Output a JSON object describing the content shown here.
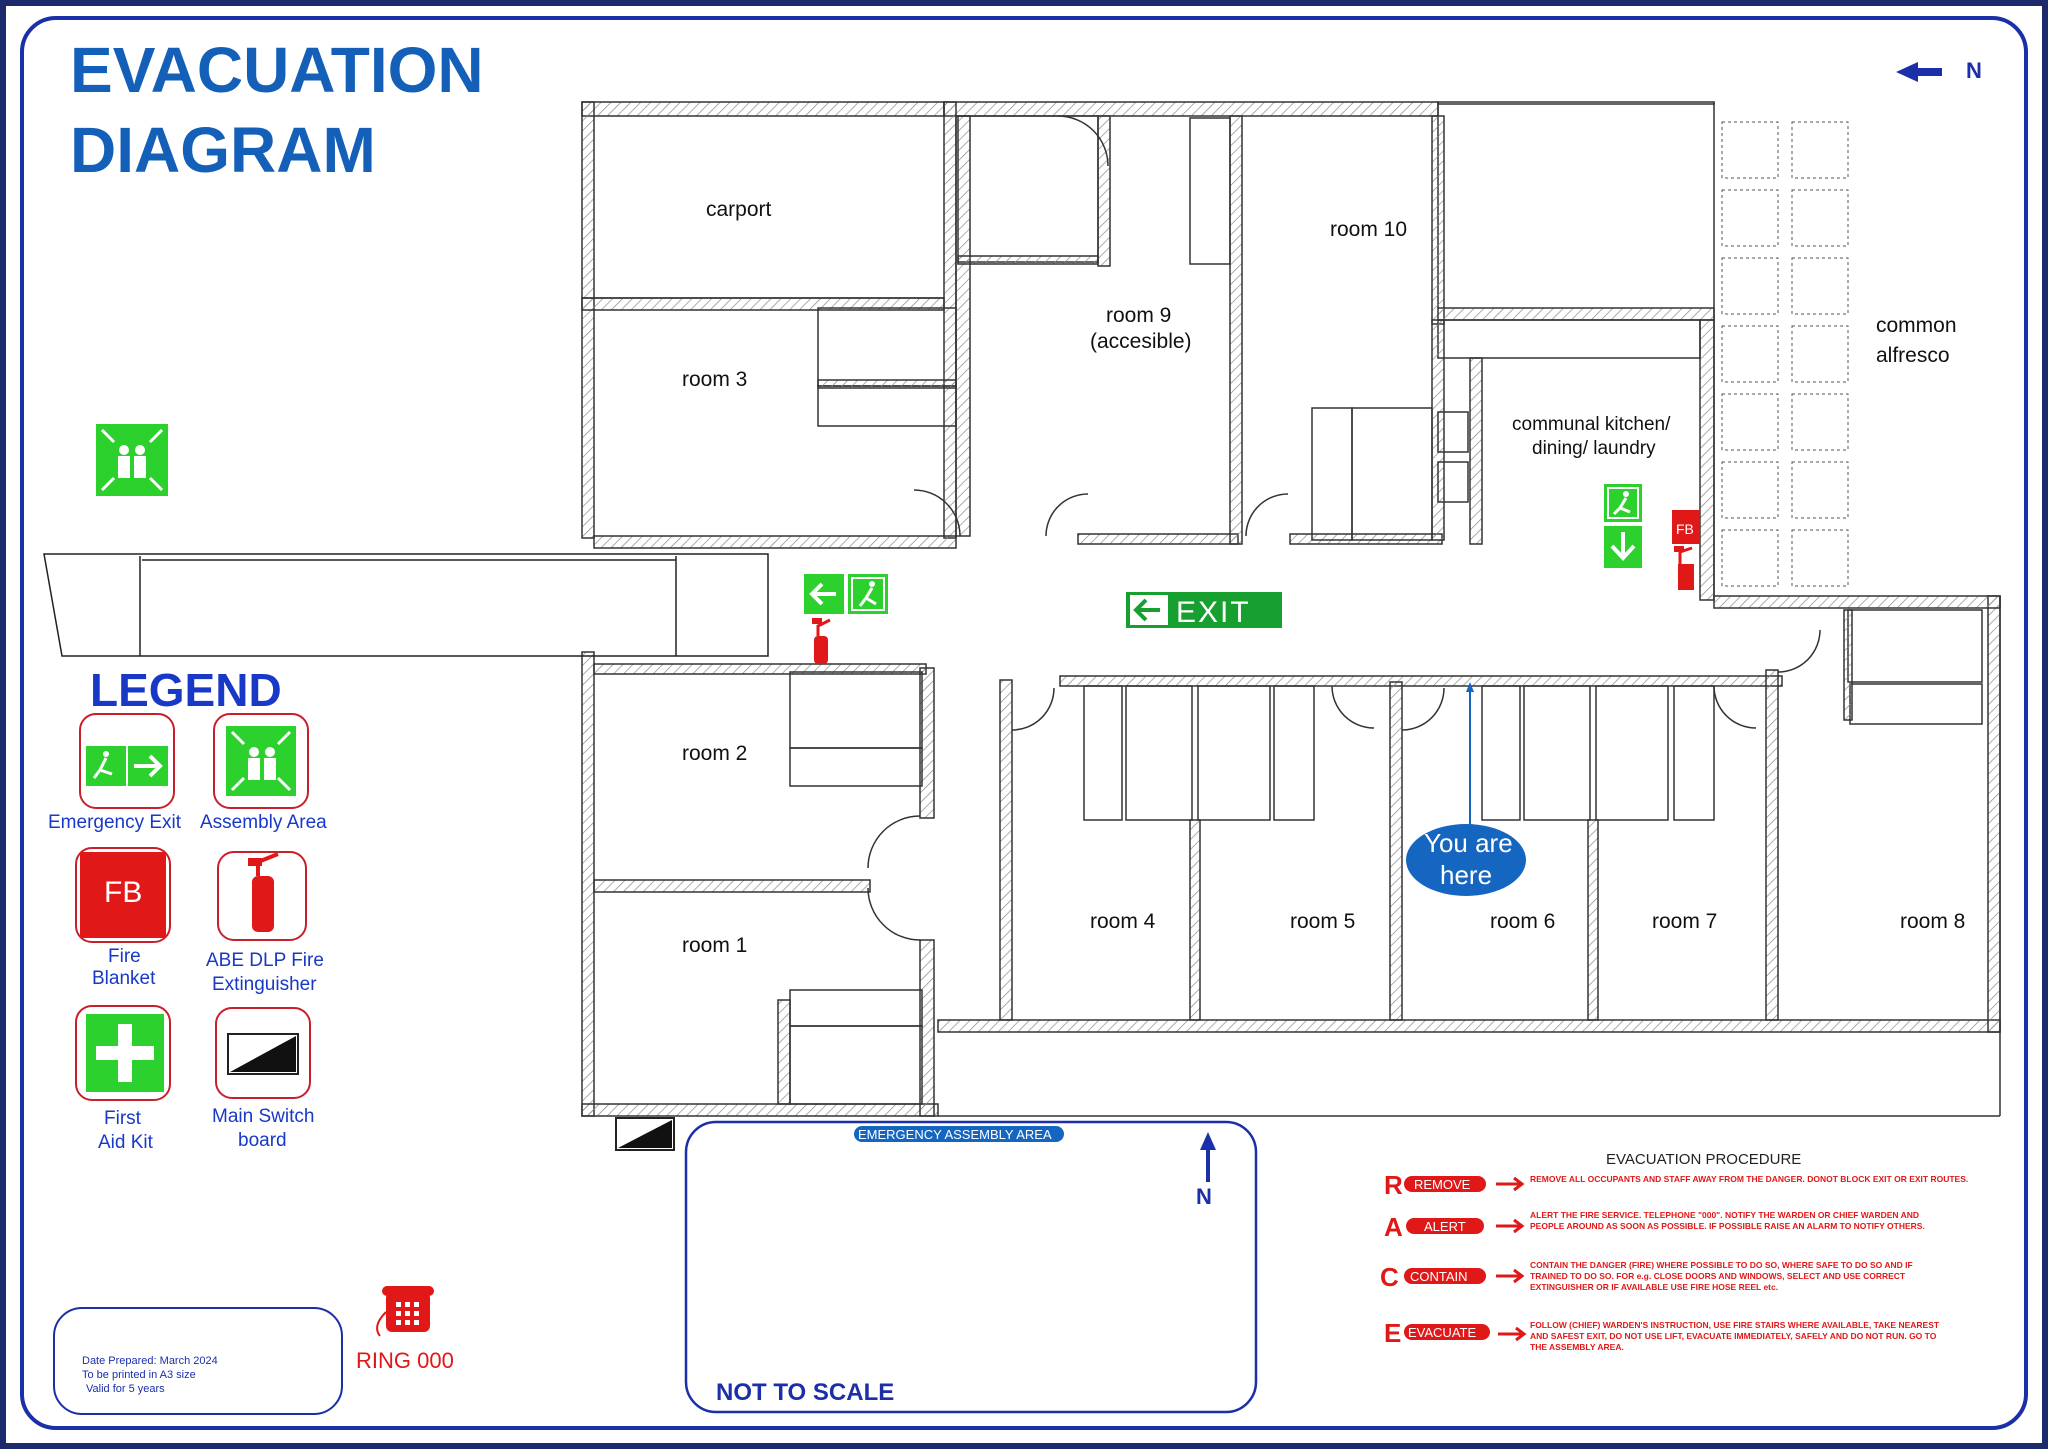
{
  "title": {
    "line1": "EVACUATION",
    "line2": "DIAGRAM"
  },
  "north_label": "N",
  "rooms": {
    "carport": "carport",
    "room3": "room 3",
    "room9_l1": "room 9",
    "room9_l2": "(accesible)",
    "room10": "room 10",
    "kitchen_l1": "communal kitchen/",
    "kitchen_l2": "dining/ laundry",
    "alfresco_l1": "common",
    "alfresco_l2": "alfresco",
    "room2": "room 2",
    "room1": "room 1",
    "room4": "room 4",
    "room5": "room 5",
    "room6": "room 6",
    "room7": "room 7",
    "room8": "room 8"
  },
  "exit_sign": "EXIT",
  "fb_tag": "FB",
  "you_are_here": {
    "l1": "You are",
    "l2": "here"
  },
  "legend": {
    "heading": "LEGEND",
    "emergency_exit": "Emergency Exit",
    "assembly_area": "Assembly Area",
    "fb_box": "FB",
    "fire_blanket_l1": "Fire",
    "fire_blanket_l2": "Blanket",
    "extinguisher_l1": "ABE DLP Fire",
    "extinguisher_l2": "Extinguisher",
    "first_aid_l1": "First",
    "first_aid_l2": "Aid Kit",
    "switch_l1": "Main Switch",
    "switch_l2": "board"
  },
  "assembly_box": {
    "tag": "EMERGENCY ASSEMBLY AREA",
    "not_to_scale": "NOT TO SCALE",
    "north": "N"
  },
  "info_box": {
    "l1": "Date Prepared: March 2024",
    "l2": "To be printed in A3 size",
    "l3": "Valid for 5 years"
  },
  "ring": "RING 000",
  "procedure": {
    "heading": "EVACUATION   PROCEDURE",
    "steps": [
      {
        "letter": "R",
        "pill": "REMOVE",
        "l1": "REMOVE ALL OCCUPANTS AND STAFF AWAY FROM THE DANGER. DONOT BLOCK EXIT OR EXIT ROUTES.",
        "l2": "",
        "l3": ""
      },
      {
        "letter": "A",
        "pill": "ALERT",
        "l1": "ALERT THE FIRE SERVICE. TELEPHONE \"000\". NOTIFY THE WARDEN OR CHIEF WARDEN AND",
        "l2": "PEOPLE AROUND AS SOON AS POSSIBLE. IF POSSIBLE RAISE AN ALARM TO NOTIFY OTHERS.",
        "l3": ""
      },
      {
        "letter": "C",
        "pill": "CONTAIN",
        "l1": "CONTAIN THE DANGER (FIRE) WHERE POSSIBLE TO DO SO, WHERE SAFE TO DO SO AND IF",
        "l2": "TRAINED TO DO SO. FOR e.g. CLOSE DOORS AND WINDOWS, SELECT AND USE CORRECT",
        "l3": "EXTINGUISHER OR IF AVAILABLE USE FIRE HOSE REEL etc."
      },
      {
        "letter": "E",
        "pill": "EVACUATE",
        "l1": "FOLLOW (CHIEF) WARDEN'S INSTRUCTION, USE FIRE STAIRS WHERE AVAILABLE, TAKE NEAREST",
        "l2": "AND SAFEST EXIT, DO NOT USE LIFT, EVACUATE IMMEDIATELY, SAFELY AND DO NOT RUN. GO TO",
        "l3": "THE ASSEMBLY AREA."
      }
    ]
  },
  "colors": {
    "title_blue": "#1460b8",
    "border_blue": "#1b2fa8",
    "legend_blue": "#1838c8",
    "sign_green": "#2dd12d",
    "exit_green": "#17a030",
    "fire_red": "#e01818",
    "here_blue": "#1466c0",
    "hatch": "#888888",
    "wall": "#333333"
  }
}
